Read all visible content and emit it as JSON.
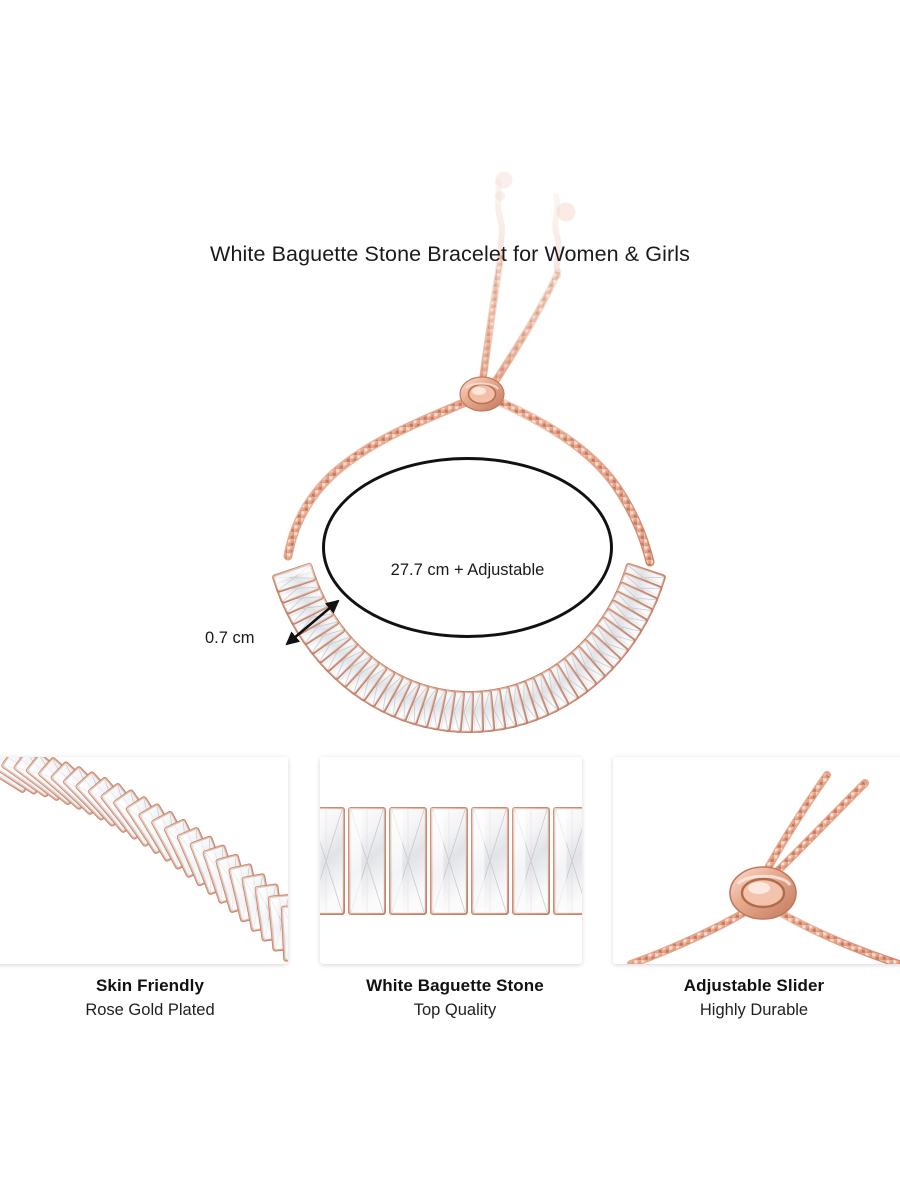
{
  "page": {
    "background_color": "#ffffff",
    "product_type": "bracelet-infographic"
  },
  "hero": {
    "title": "White Baguette Stone Bracelet for Women & Girls",
    "measurements": {
      "length_label": "27.7 cm + Adjustable",
      "width_label": "0.7 cm"
    },
    "annotations": {
      "ellipse_color": "#111111",
      "arrow_color": "#111111"
    },
    "product_colors": {
      "metal": "#e8a58c",
      "metal_dark": "#c9795f",
      "metal_light": "#f6cfbf",
      "stone": "#f2f2f3",
      "stone_shadow": "#c9c9cc"
    }
  },
  "features": [
    {
      "id": "skin-friendly",
      "title": "Skin Friendly",
      "subtitle": "Rose Gold Plated",
      "art": "diagonal-stone-row"
    },
    {
      "id": "white-baguette-stone",
      "title": "White Baguette Stone",
      "subtitle": "Top Quality",
      "art": "stone-closeup"
    },
    {
      "id": "adjustable-slider",
      "title": "Adjustable Slider",
      "subtitle": "Highly Durable",
      "art": "slider-closeup"
    }
  ]
}
